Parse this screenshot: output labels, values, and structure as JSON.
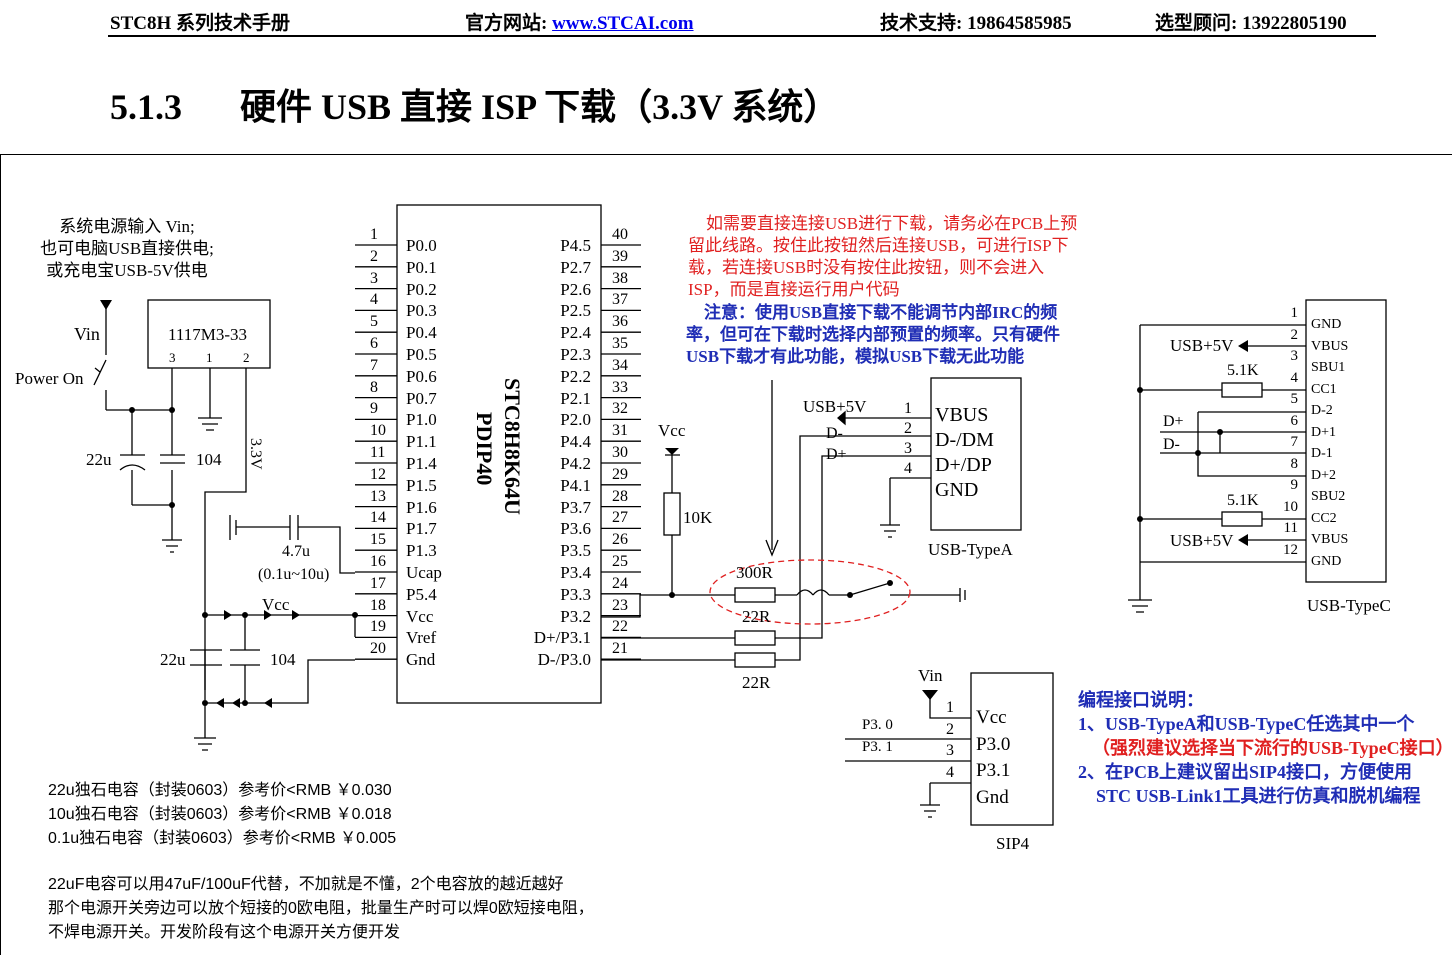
{
  "header": {
    "left": "STC8H 系列技术手册",
    "site_label": "官方网站: ",
    "site_link": "www.STCAI.com",
    "support": "技术支持: 19864585985",
    "advisor": "选型顾问: 13922805190"
  },
  "title": {
    "number": "5.1.3",
    "text": "硬件 USB 直接 ISP 下载（3.3V 系统）"
  },
  "power_note": [
    "系统电源输入 Vin;",
    "也可电脑USB直接供电;",
    "或充电宝USB-5V供电"
  ],
  "labels": {
    "vin": "Vin",
    "power_on": "Power On",
    "regulator": "1117M3-33",
    "reg_pins": [
      "3",
      "1",
      "2"
    ],
    "v33": "3.3V",
    "c22u": "22u",
    "c104": "104",
    "c47": "4.7u",
    "c47range": "(0.1u~10u)",
    "vcc": "Vcc",
    "c22u_b": "22u",
    "c104_b": "104",
    "r10k": "10K",
    "r300": "300R",
    "r22a": "22R",
    "r22b": "22R",
    "usb5v": "USB+5V",
    "dminus": "D-",
    "dplus": "D+",
    "vcc_top": "Vcc",
    "vin_sip": "Vin",
    "p30": "P3. 0",
    "p31": "P3. 1",
    "r51a": "5.1K",
    "r51b": "5.1K",
    "tc_usb5v_a": "USB+5V",
    "tc_usb5v_b": "USB+5V",
    "tc_dp": "D+",
    "tc_dm": "D-"
  },
  "chip": {
    "name": "STC8H8K64U",
    "package": "PDIP40",
    "left_pins": [
      [
        "1",
        "P0.0"
      ],
      [
        "2",
        "P0.1"
      ],
      [
        "3",
        "P0.2"
      ],
      [
        "4",
        "P0.3"
      ],
      [
        "5",
        "P0.4"
      ],
      [
        "6",
        "P0.5"
      ],
      [
        "7",
        "P0.6"
      ],
      [
        "8",
        "P0.7"
      ],
      [
        "9",
        "P1.0"
      ],
      [
        "10",
        "P1.1"
      ],
      [
        "11",
        "P1.4"
      ],
      [
        "12",
        "P1.5"
      ],
      [
        "13",
        "P1.6"
      ],
      [
        "14",
        "P1.7"
      ],
      [
        "15",
        "P1.3"
      ],
      [
        "16",
        "Ucap"
      ],
      [
        "17",
        "P5.4"
      ],
      [
        "18",
        "Vcc"
      ],
      [
        "19",
        "Vref"
      ],
      [
        "20",
        "Gnd"
      ]
    ],
    "right_pins": [
      [
        "40",
        "P4.5"
      ],
      [
        "39",
        "P2.7"
      ],
      [
        "38",
        "P2.6"
      ],
      [
        "37",
        "P2.5"
      ],
      [
        "36",
        "P2.4"
      ],
      [
        "35",
        "P2.3"
      ],
      [
        "34",
        "P2.2"
      ],
      [
        "33",
        "P2.1"
      ],
      [
        "32",
        "P2.0"
      ],
      [
        "31",
        "P4.4"
      ],
      [
        "30",
        "P4.2"
      ],
      [
        "29",
        "P4.1"
      ],
      [
        "28",
        "P3.7"
      ],
      [
        "27",
        "P3.6"
      ],
      [
        "26",
        "P3.5"
      ],
      [
        "25",
        "P3.4"
      ],
      [
        "24",
        "P3.3"
      ],
      [
        "23",
        "P3.2"
      ],
      [
        "22",
        "D+/P3.1"
      ],
      [
        "21",
        "D-/P3.0"
      ]
    ]
  },
  "usb_a": {
    "name": "USB-TypeA",
    "pins": [
      [
        "1",
        "VBUS"
      ],
      [
        "2",
        "D-/DM"
      ],
      [
        "3",
        "D+/DP"
      ],
      [
        "4",
        "GND"
      ]
    ]
  },
  "usb_c": {
    "name": "USB-TypeC",
    "pins": [
      [
        "1",
        "GND"
      ],
      [
        "2",
        "VBUS"
      ],
      [
        "3",
        "SBU1"
      ],
      [
        "4",
        "CC1"
      ],
      [
        "5",
        "D-2"
      ],
      [
        "6",
        "D+1"
      ],
      [
        "7",
        "D-1"
      ],
      [
        "8",
        "D+2"
      ],
      [
        "9",
        "SBU2"
      ],
      [
        "10",
        "CC2"
      ],
      [
        "11",
        "VBUS"
      ],
      [
        "12",
        "GND"
      ]
    ]
  },
  "sip4": {
    "name": "SIP4",
    "pins": [
      [
        "1",
        "Vcc"
      ],
      [
        "2",
        "P3.0"
      ],
      [
        "3",
        "P3.1"
      ],
      [
        "4",
        "Gnd"
      ]
    ]
  },
  "red_note": [
    "如需要直接连接USB进行下载，请务必在PCB上预",
    "留此线路。按住此按钮然后连接USB，可进行ISP下",
    "载，若连接USB时没有按住此按钮，则不会进入",
    "ISP，而是直接运行用户代码"
  ],
  "blue_note": [
    "注意：使用USB直接下载不能调节内部IRC的频",
    "率，但可在下载时选择内部预置的频率。只有硬件",
    "USB下载才有此功能，模拟USB下载无此功能"
  ],
  "prog_note": {
    "title": "编程接口说明：",
    "l1": "1、USB-TypeA和USB-TypeC任选其中一个",
    "l2": "（强烈建议选择当下流行的USB-TypeC接口）",
    "l3": "2、在PCB上建议留出SIP4接口，方便使用",
    "l4": "STC USB-Link1工具进行仿真和脱机编程"
  },
  "price_notes": [
    "22u独石电容（封装0603）参考价<RMB ￥0.030",
    "10u独石电容（封装0603）参考价<RMB ￥0.018",
    "0.1u独石电容（封装0603）参考价<RMB ￥0.005"
  ],
  "bottom_notes": [
    "22uF电容可以用47uF/100uF代替，不加就是不懂，2个电容放的越近越好",
    "那个电源开关旁边可以放个短接的0欧电阻，批量生产时可以焊0欧短接电阻，",
    "不焊电源开关。开发阶段有这个电源开关方便开发"
  ]
}
